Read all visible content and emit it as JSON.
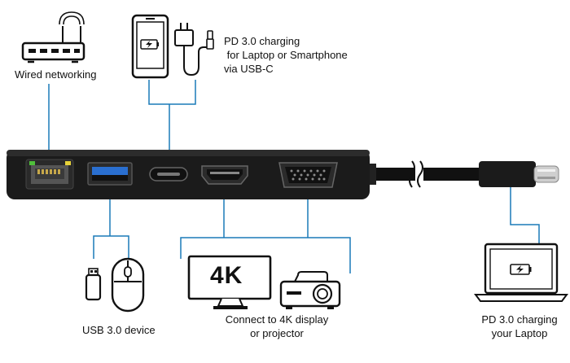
{
  "labels": {
    "wired": "Wired networking",
    "pd_phone_line1": "PD 3.0 charging",
    "pd_phone_line2": " for Laptop or Smartphone",
    "pd_phone_line3": "via USB-C",
    "usb_device": "USB 3.0 device",
    "display_line1": "Connect to 4K display",
    "display_line2": "or projector",
    "pd_laptop_line1": "PD 3.0 charging",
    "pd_laptop_line2": "your Laptop",
    "monitor_text": "4K"
  },
  "icons": [
    "router-icon",
    "smartphone-icon",
    "charger-plug-icon",
    "usb-stick-icon",
    "mouse-icon",
    "monitor-icon",
    "projector-icon",
    "laptop-icon",
    "battery-icon"
  ],
  "colors": {
    "connector_line": "#1a7ab8",
    "hub_body": "#1b1b1b",
    "ethernet_led_green": "#4fbf3a",
    "ethernet_led_yellow": "#e6d23a"
  }
}
